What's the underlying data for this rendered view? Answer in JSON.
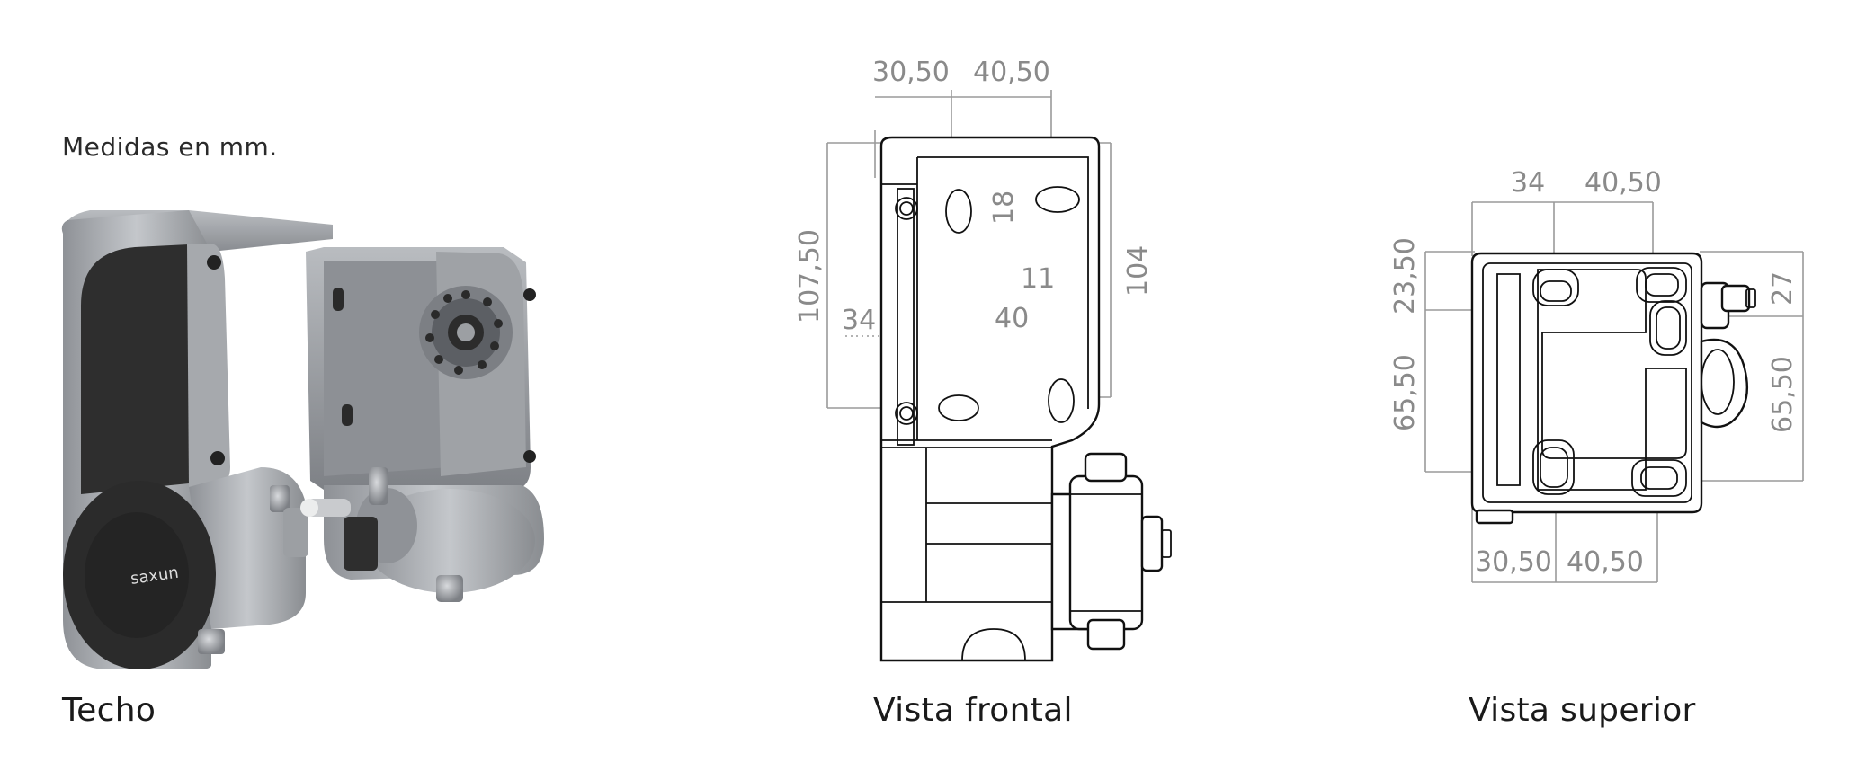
{
  "note": "Medidas en mm.",
  "captions": {
    "techo": "Techo",
    "frontal": "Vista frontal",
    "superior": "Vista superior"
  },
  "product": {
    "brand": "saxun"
  },
  "frontal_dims": {
    "top_left": "30,50",
    "top_right": "40,50",
    "slot_height": "18",
    "slot_width": "11",
    "total_height": "107,50",
    "mid_left": "34",
    "mid_right": "40",
    "right_height": "104"
  },
  "superior_dims": {
    "top_left": "34",
    "top_right": "40,50",
    "left_top": "23,50",
    "left_bottom": "65,50",
    "right_top": "27",
    "right_bottom": "65,50",
    "bottom_left": "30,50",
    "bottom_right": "40,50"
  },
  "colors": {
    "body_silver": "#a9acb0",
    "body_dark": "#2b2b2b",
    "dimension_gray": "#8a8a8a",
    "outline": "#111111"
  }
}
